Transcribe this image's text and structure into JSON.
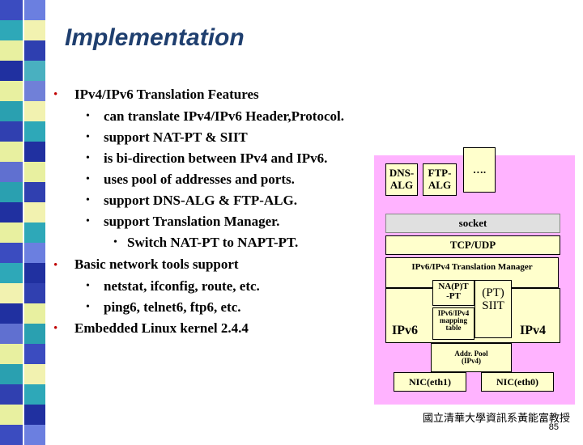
{
  "slide": {
    "title": "Implementation",
    "main_bullet": "IPv4/IPv6 Translation Features",
    "features": [
      "can translate IPv4/IPv6 Header,Protocol.",
      "support NAT-PT & SIIT",
      "is bi-direction between IPv4 and IPv6.",
      "uses pool of addresses and ports.",
      "support DNS-ALG & FTP-ALG.",
      "support Translation Manager."
    ],
    "sub_feature": "Switch NAT-PT to NAPT-PT.",
    "tools_bullet": "Basic network tools support",
    "tools": [
      "netstat, ifconfig, route, etc.",
      "ping6, telnet6, ftp6, etc."
    ],
    "kernel_bullet": "Embedded Linux kernel 2.4.4"
  },
  "diagram": {
    "dns_alg": [
      "DNS-",
      "ALG"
    ],
    "ftp_alg": [
      "FTP-",
      "ALG"
    ],
    "ellipsis": "….",
    "socket": "socket",
    "tcp_udp": "TCP/UDP",
    "translation_manager": "IPv6/IPv4 Translation Manager",
    "napt": [
      "NA(P)T",
      "-PT"
    ],
    "pt_siit": [
      "(PT)",
      "SIIT"
    ],
    "mapping": [
      "IPv6/IPv4",
      "mapping",
      "table"
    ],
    "ipv6": "IPv6",
    "ipv4": "IPv4",
    "addr_pool": [
      "Addr. Pool",
      "(IPv4)"
    ],
    "nic1": "NIC(eth1)",
    "nic0": "NIC(eth0)"
  },
  "footer": {
    "text": "國立清華大學資訊系黃能富教授",
    "page": "85"
  },
  "colors": {
    "title": "#1f3f6f",
    "bullet": "#c00000",
    "diagram_bg": "#ffb3ff",
    "box_yellow": "#ffffcc",
    "box_gray": "#e0e0e0"
  }
}
